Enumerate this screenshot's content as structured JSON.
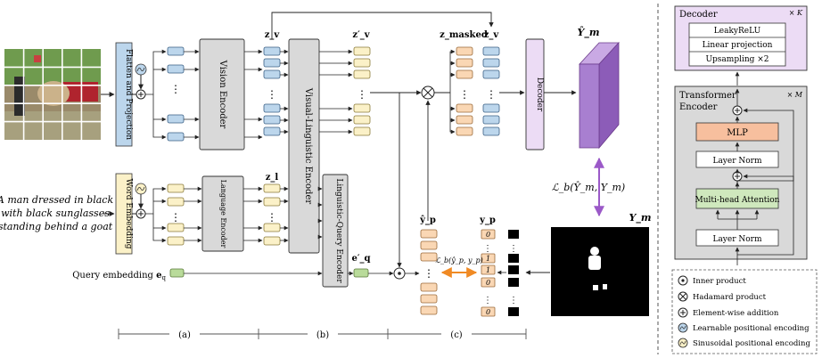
{
  "left_inputs": {
    "caption_line1": "A man dressed in black",
    "caption_line2": "with black sunglasses",
    "caption_line3": "standing behind a goat",
    "query_label": "Query embedding"
  },
  "blocks": {
    "flatten": "Flatten and Projection",
    "word_embedding": "Word Embedding",
    "vision_encoder": "Vision Encoder",
    "language_encoder": "Language Encoder",
    "vl_encoder": "Visual-Linguistic Encoder",
    "lq_encoder": "Linguistic-Query Encoder",
    "decoder": "Decoder"
  },
  "symbols": {
    "zv": "z_v",
    "zv_prime": "z′_v",
    "zmasked": "z_masked",
    "zv2": "z_v",
    "zl": "z_l",
    "eq_prime": "e′_q",
    "yhat_p": "ŷ_p",
    "y_p": "y_p",
    "Yhat_m": "Ŷ_m",
    "Y_m": "Y_m",
    "loss_m": "ℒ_b(Ŷ_m, Y_m)",
    "loss_p": "ℒ_b(ŷ_p, y_p)",
    "yp_cells": [
      "0",
      "1",
      "1",
      "0",
      "0"
    ]
  },
  "sections": [
    "(a)",
    "(b)",
    "(c)"
  ],
  "decoder_panel": {
    "title": "Decoder",
    "repeat": "× K",
    "rows": [
      "LeakyReLU",
      "Linear projection",
      "Upsampling ×2"
    ]
  },
  "transformer_panel": {
    "title_line1": "Transformer",
    "title_line2": "Encoder",
    "repeat": "× M",
    "mlp": "MLP",
    "norm1": "Layer Norm",
    "attn": "Multi-head Attention",
    "norm2": "Layer Norm"
  },
  "legend": [
    {
      "icon": "inner-product-icon",
      "label": "Inner product"
    },
    {
      "icon": "hadamard-product-icon",
      "label": "Hadamard product"
    },
    {
      "icon": "element-wise-addition-icon",
      "label": "Element-wise addition"
    },
    {
      "icon": "learnable-positional-encoding-icon",
      "label": "Learnable positional encoding"
    },
    {
      "icon": "sinusoidal-positional-encoding-icon",
      "label": "Sinusoidal positional encoding"
    }
  ],
  "colors": {
    "blue_token": "#bcd6ec",
    "orange_token": "#fad7b4",
    "yellow_token": "#fbf1c8",
    "green_token": "#b9db9a",
    "purple": "#a87fd0",
    "purple_light": "#ecdcf5",
    "grey_block": "#d9d9d9",
    "mlp": "#f7bf9e",
    "attn": "#cfe8bd",
    "arrow_orange": "#f08a24",
    "arrow_purple": "#9b59c8"
  }
}
